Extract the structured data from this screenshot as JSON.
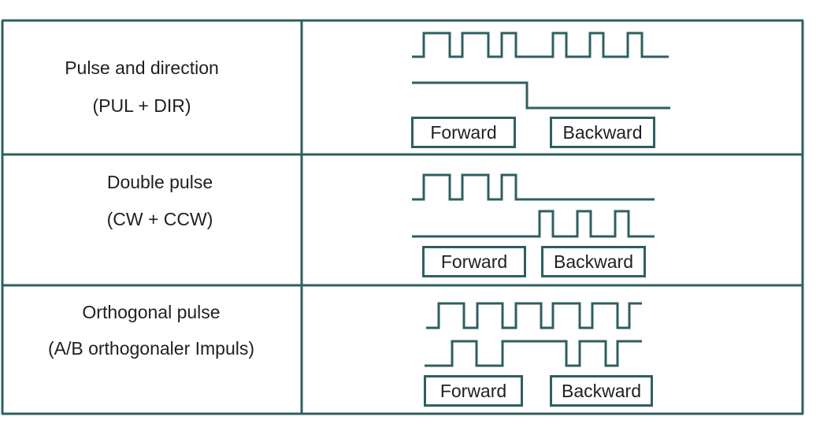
{
  "colors": {
    "line": "#2f5f60",
    "text": "#1f1f1f",
    "background": "#ffffff"
  },
  "rows": [
    {
      "title": "Pulse and direction",
      "subtitle": "(PUL + DIR)",
      "forward": "Forward",
      "backward": "Backward"
    },
    {
      "title": "Double pulse",
      "subtitle": "(CW + CCW)",
      "forward": "Forward",
      "backward": "Backward"
    },
    {
      "title": "Orthogonal pulse",
      "subtitle": "(A/B orthogonaler Impuls)",
      "forward": "Forward",
      "backward": "Backward"
    }
  ]
}
